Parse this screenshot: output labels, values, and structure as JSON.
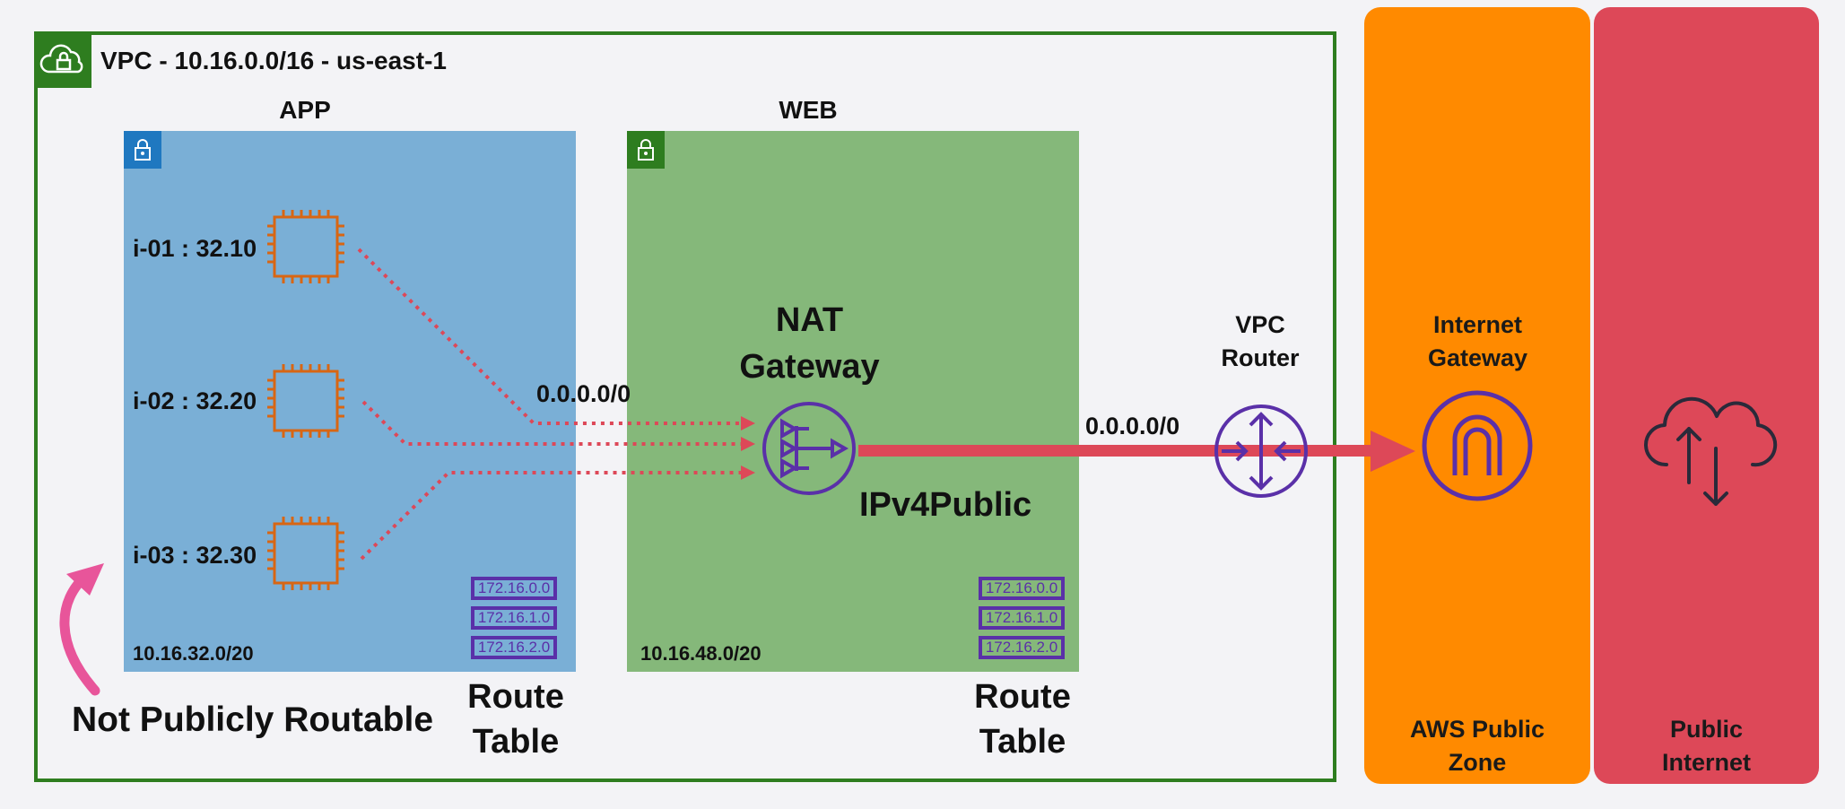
{
  "vpc": {
    "title": "VPC - 10.16.0.0/16 - us-east-1",
    "color": "#2e7d1f"
  },
  "subnets": {
    "app": {
      "label": "APP",
      "cidr": "10.16.32.0/20",
      "color": "#7aafd6",
      "badge_color": "#1f78c0"
    },
    "web": {
      "label": "WEB",
      "cidr": "10.16.48.0/20",
      "color": "#85b87a",
      "badge_color": "#2e7d1f"
    }
  },
  "instances": [
    {
      "label": "i-01 : 32.10"
    },
    {
      "label": "i-02 : 32.20"
    },
    {
      "label": "i-03 : 32.30"
    }
  ],
  "route_tables": {
    "label_line1": "Route",
    "label_line2": "Table",
    "rows": [
      "172.16.0.0",
      "172.16.1.0",
      "172.16.2.0"
    ]
  },
  "nat_gateway": {
    "line1": "NAT",
    "line2": "Gateway",
    "ip_label": "IPv4Public"
  },
  "routes": {
    "app_default": "0.0.0.0/0",
    "web_default": "0.0.0.0/0"
  },
  "vpc_router": {
    "line1": "VPC",
    "line2": "Router"
  },
  "internet_gateway": {
    "line1": "Internet",
    "line2": "Gateway"
  },
  "zones": {
    "aws_public": {
      "line1": "AWS Public",
      "line2": "Zone",
      "color": "#ff8a00"
    },
    "public_internet": {
      "line1": "Public",
      "line2": "Internet",
      "color": "#dd4858"
    }
  },
  "annotation": {
    "text": "Not Publicly Routable",
    "arrow_color": "#e8559a"
  },
  "icons": [
    "vpc-cloud-lock-icon",
    "subnet-lock-icon",
    "ec2-chip-icon",
    "nat-gateway-icon",
    "vpc-router-icon",
    "internet-gateway-icon",
    "cloud-upload-download-icon"
  ],
  "colors": {
    "route_arrow": "#dd4858",
    "icon_purple": "#5a30a8",
    "ec2_orange": "#d86613"
  }
}
